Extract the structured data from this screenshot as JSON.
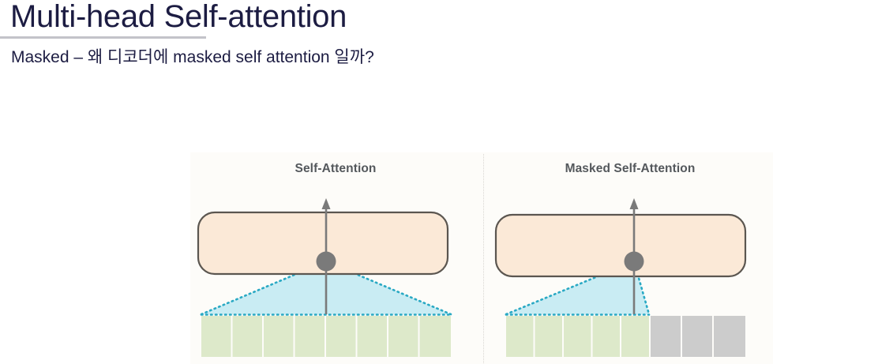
{
  "slide": {
    "title": "Multi-head Self-attention",
    "subtitle": "Masked – 왜 디코더에 masked self attention 일까?",
    "title_color": "#1c1c42",
    "rule_color": "#c3c3c9"
  },
  "figure": {
    "background": "#fdfcf9",
    "divider": "dotted-vertical-divider",
    "panels": [
      {
        "id": "self-attention",
        "title": "Self-Attention",
        "title_color": "#54585c",
        "attention_box": {
          "fill": "#fbe9d7",
          "stroke": "#5b5650",
          "label": "attention-layer-box"
        },
        "focus_dot": {
          "fill": "#7a7a7a",
          "label": "focus-token-dot"
        },
        "arrow": {
          "color": "#7a7a7a",
          "label": "output-arrow-up"
        },
        "attention_cone": {
          "fill": "#bfe9f2",
          "stroke": "#2aa9c4",
          "style": "dotted",
          "shape": "symmetric-triangle",
          "label": "attention-span-cone"
        },
        "token_row": {
          "visible_count": 8,
          "masked_count": 0,
          "total": 8,
          "visible_fill": "#dde9ca",
          "masked_fill": "#cccccc"
        }
      },
      {
        "id": "masked-self-attention",
        "title": "Masked Self-Attention",
        "title_color": "#54585c",
        "attention_box": {
          "fill": "#fbe9d7",
          "stroke": "#5b5650",
          "label": "attention-layer-box"
        },
        "focus_dot": {
          "fill": "#7a7a7a",
          "label": "focus-token-dot"
        },
        "arrow": {
          "color": "#7a7a7a",
          "label": "output-arrow-up"
        },
        "attention_cone": {
          "fill": "#bfe9f2",
          "stroke": "#2aa9c4",
          "style": "dotted",
          "shape": "left-skewed-triangle",
          "label": "attention-span-cone"
        },
        "token_row": {
          "visible_count": 5,
          "masked_count": 3,
          "total": 8,
          "visible_fill": "#dde9ca",
          "masked_fill": "#cccccc"
        }
      }
    ]
  }
}
